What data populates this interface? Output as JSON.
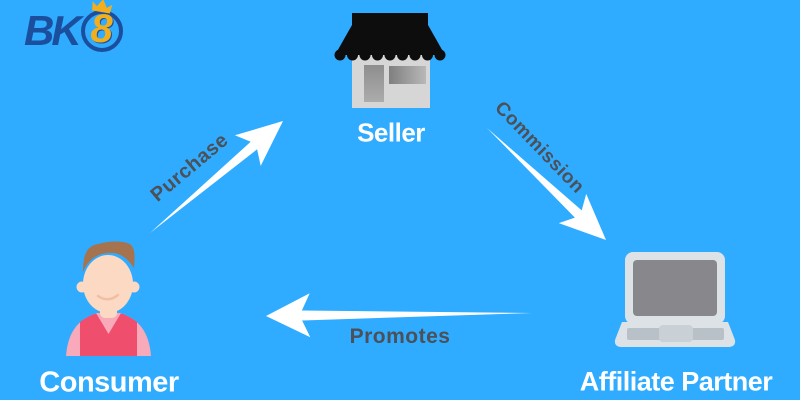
{
  "logo": {
    "bk_text": "BK",
    "eight_text": "8"
  },
  "nodes": {
    "seller": {
      "label": "Seller",
      "icon": "store-icon"
    },
    "consumer": {
      "label": "Consumer",
      "icon": "person-icon"
    },
    "affiliate_partner": {
      "label": "Affiliate Partner",
      "icon": "laptop-icon"
    }
  },
  "arrows": {
    "purchase": {
      "label": "Purchase"
    },
    "commission": {
      "label": "Commission"
    },
    "promotes": {
      "label": "Promotes"
    }
  },
  "colors": {
    "background": "#2FACFF",
    "node_label": "#FFFFFF",
    "arrow_fill": "#FFFFFF",
    "arrow_label": "#4C5058",
    "logo_blue": "#1B4F9E",
    "logo_gold": "#F2AF1D",
    "awning": "#0D0D0D",
    "store_body": "#D6D6D6",
    "laptop_body": "#DDE2E7",
    "laptop_screen": "#88888C",
    "laptop_keys": "#B9C1C8",
    "laptop_trackpad": "#C9D0D6",
    "hair": "#A5734E",
    "skin": "#FBD9C2",
    "shirt": "#EF4E6D",
    "shirt_light": "#F8A9BA"
  }
}
